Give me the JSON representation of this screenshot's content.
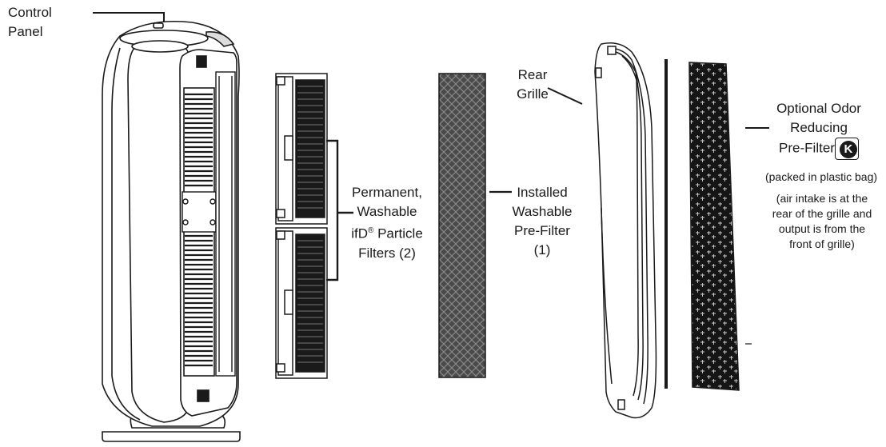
{
  "labels": {
    "control_panel": [
      "Control",
      "Panel"
    ],
    "particle_filters": [
      "Permanent,",
      "Washable",
      "ifD",
      "®",
      " Particle",
      "Filters (2)"
    ],
    "installed_prefilter": [
      "Installed",
      "Washable",
      "Pre-Filter",
      "(1)"
    ],
    "rear_grille": [
      "Rear",
      "Grille"
    ],
    "odor_prefilter": [
      "Optional Odor",
      "Reducing",
      "Pre-Filter"
    ],
    "filter_badge": "K",
    "packed_note": "(packed in plastic bag)",
    "air_note": [
      "(air intake is at the",
      "rear of the grille and",
      "output is from the",
      "front of grille)"
    ]
  },
  "colors": {
    "line": "#1a1a1a",
    "prefilter_fill": "#4a4a4a",
    "odor_fill": "#151515"
  }
}
